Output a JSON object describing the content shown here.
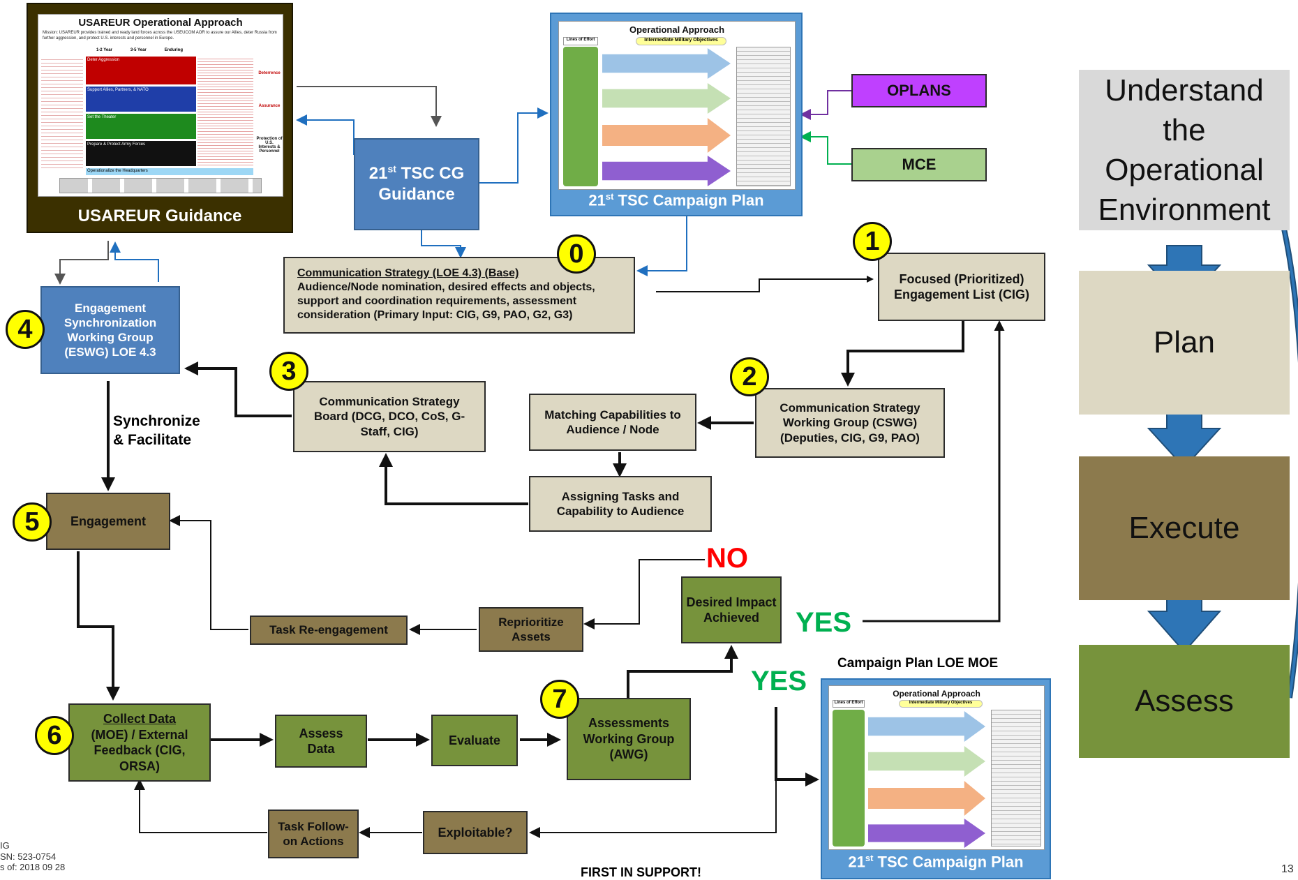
{
  "colors": {
    "tan": "#ddd8c3",
    "olive": "#8c7a4d",
    "green": "#77933c",
    "blue": "#4f81bd",
    "yellow": "#ffff00",
    "purple": "#bf40ff",
    "lightgreen": "#a9d18e",
    "yes_green": "#00b050",
    "no_red": "#ff0000",
    "phase_gray": "#d9d9d9"
  },
  "usareur": {
    "doc_title": "USAREUR Operational Approach",
    "mission": "Mission: USAREUR provides trained and ready land forces across the USEUCOM AOR to assure our Allies, deter Russia from further aggression, and protect U.S. interests and personnel in Europe.",
    "horizons": [
      "1-2 Year",
      "3-5 Year",
      "Enduring"
    ],
    "lines": [
      "Deter Aggression",
      "Support Allies, Partners, & NATO",
      "Set the Theater",
      "Prepare & Protect Army Forces",
      "Operationalize the Headquarters"
    ],
    "effects": [
      "Deterrence",
      "Assurance",
      "Protection of U.S. Interests & Personnel"
    ],
    "caption": "USAREUR Guidance"
  },
  "tsc_cg": {
    "title": "21",
    "sup": "st",
    "rest": " TSC CG Guidance"
  },
  "campaign_top": {
    "doc_title": "Operational Approach",
    "imo": "Intermediate Military Objectives",
    "loe_header": "Lines of Effort",
    "caption_num": "21",
    "caption_sup": "st",
    "caption_rest": " TSC Campaign Plan"
  },
  "oplans": "OPLANS",
  "mce": "MCE",
  "comm_base": {
    "title": "Communication Strategy (LOE 4.3) (Base)",
    "body": "Audience/Node nomination, desired effects and objects, support and coordination requirements, assessment consideration (Primary Input: CIG, G9, PAO, G2, G3)"
  },
  "focused": "Focused (Prioritized) Engagement List (CIG)",
  "eswg": "Engagement Synchronization Working Group (ESWG) LOE 4.3",
  "sync": "Synchronize & Facilitate",
  "csb": "Communication Strategy Board (DCG, DCO, CoS, G-Staff, CIG)",
  "matching": "Matching Capabilities to Audience / Node",
  "cswg": "Communication Strategy Working Group (CSWG) (Deputies, CIG, G9, PAO)",
  "assigning": "Assigning Tasks and Capability to Audience",
  "engagement": "Engagement",
  "no": "NO",
  "desired": "Desired Impact Achieved",
  "yes1": "YES",
  "yes2": "YES",
  "reprioritize": "Reprioritize Assets",
  "task_reeng": "Task Re-engagement",
  "collect_title": "Collect Data",
  "collect_rest": "(MOE) / External Feedback (CIG, ORSA)",
  "assess_data": "Assess Data",
  "evaluate": "Evaluate",
  "awg": "Assessments Working Group (AWG)",
  "exploitable": "Exploitable?",
  "task_follow": "Task Follow-on Actions",
  "moe_title": "Campaign Plan LOE MOE",
  "campaign_bottom": {
    "doc_title": "Operational Approach",
    "imo": "Intermediate Military Objectives",
    "loe_header": "Lines of Effort",
    "caption_num": "21",
    "caption_sup": "st",
    "caption_rest": " TSC Campaign Plan"
  },
  "numbers": [
    "0",
    "1",
    "2",
    "3",
    "4",
    "5",
    "6",
    "7"
  ],
  "phases": [
    "Understand the Operational Environment",
    "Plan",
    "Execute",
    "Assess"
  ],
  "footer": {
    "left1": "IG",
    "left2": "SN: 523-0754",
    "left3": "s of:  2018 09 28",
    "center": "FIRST IN SUPPORT!",
    "page": "13"
  }
}
